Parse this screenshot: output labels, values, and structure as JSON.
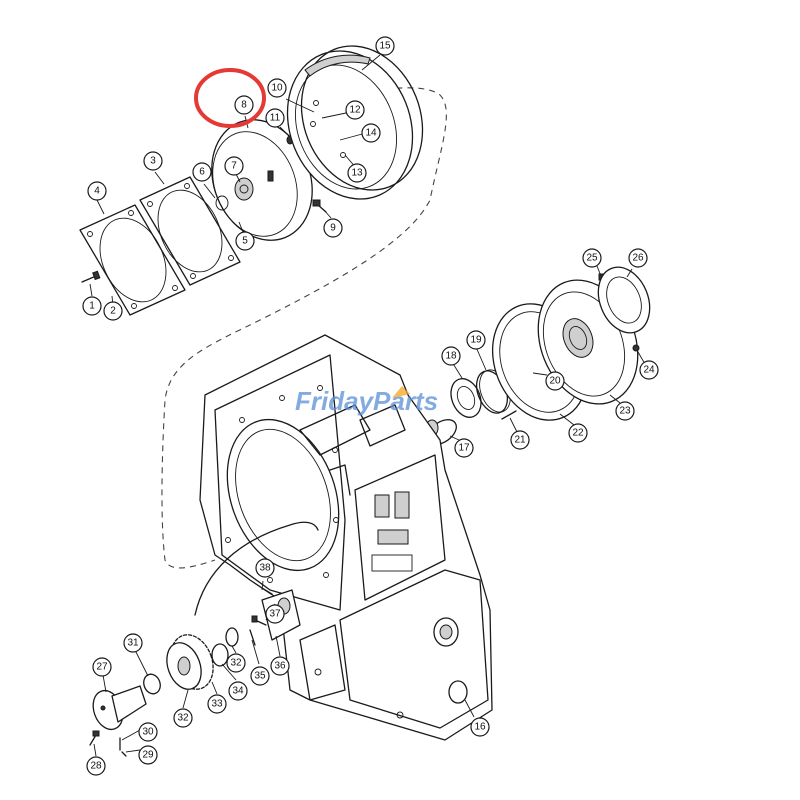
{
  "watermark": {
    "text": "FridayParts",
    "color": "#5b8fd6",
    "accent": "#f5a623"
  },
  "highlight": {
    "target": "8",
    "color": "#e53935"
  },
  "callouts": [
    "1",
    "2",
    "3",
    "4",
    "5",
    "6",
    "7",
    "8",
    "9",
    "10",
    "11",
    "12",
    "13",
    "14",
    "15",
    "16",
    "17",
    "18",
    "19",
    "20",
    "21",
    "22",
    "23",
    "24",
    "25",
    "26",
    "27",
    "28",
    "29",
    "30",
    "31",
    "32",
    "33",
    "34",
    "35",
    "36",
    "37",
    "38"
  ]
}
